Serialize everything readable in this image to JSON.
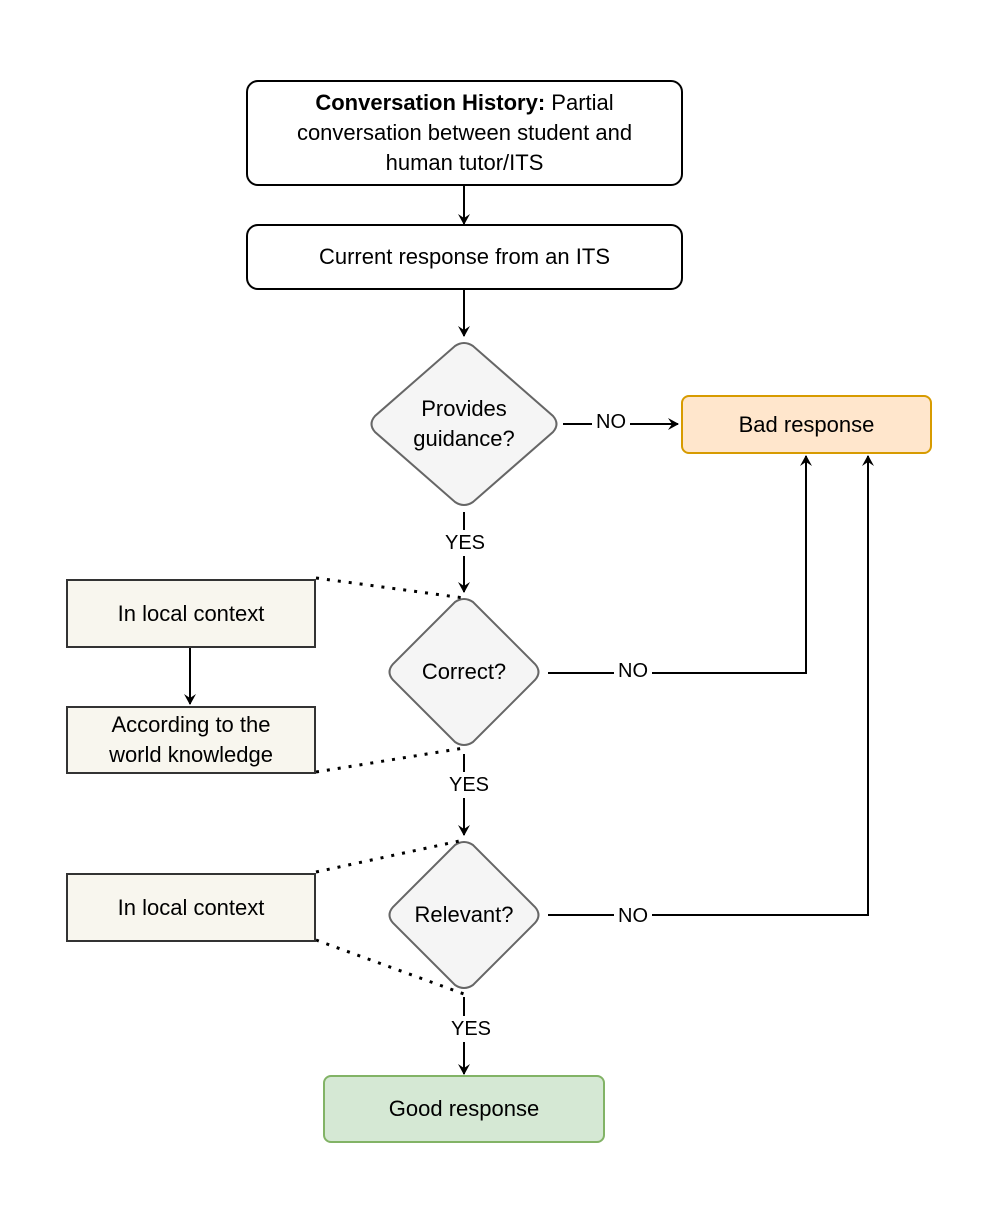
{
  "nodes": {
    "conversation_history": {
      "title": "Conversation History:",
      "line1": " Partial",
      "line2": "conversation between student and",
      "line3": "human tutor/ITS"
    },
    "current_response": "Current response from an ITS",
    "provides_guidance": {
      "line1": "Provides",
      "line2": "guidance?"
    },
    "correct": "Correct?",
    "relevant": "Relevant?",
    "bad_response": "Bad response",
    "good_response": "Good response",
    "correct_local_context": "In local context",
    "correct_world_knowledge": {
      "line1": "According to the",
      "line2": "world knowledge"
    },
    "relevant_local_context": "In local context"
  },
  "edge_labels": {
    "guidance_no": "NO",
    "guidance_yes": "YES",
    "correct_no": "NO",
    "correct_yes": "YES",
    "relevant_no": "NO",
    "relevant_yes": "YES"
  },
  "colors": {
    "bad_fill": "#ffe6cc",
    "bad_stroke": "#d79b00",
    "good_fill": "#d5e8d4",
    "good_stroke": "#82b366",
    "diamond_fill": "#f5f5f5",
    "diamond_stroke": "#666666",
    "side_fill": "#f8f6ee"
  }
}
